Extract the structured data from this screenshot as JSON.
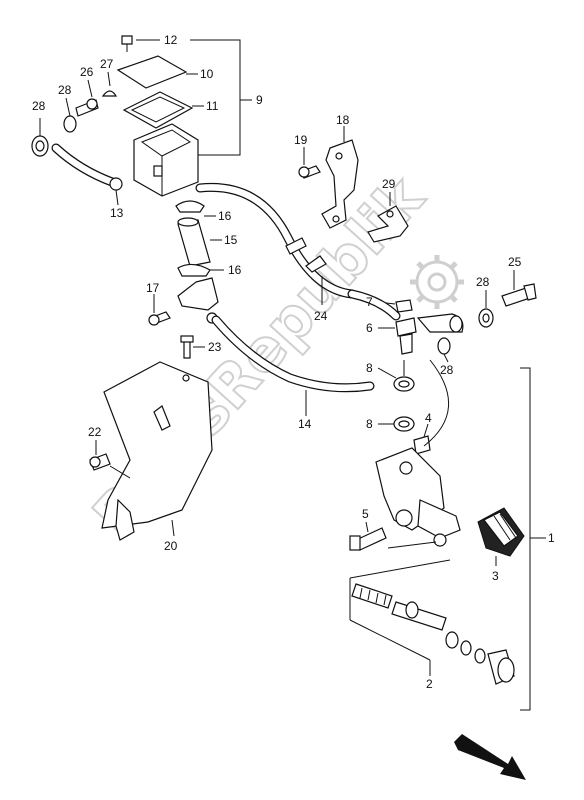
{
  "watermark": "PartsRepublik",
  "labels": {
    "n1": "1",
    "n2": "2",
    "n3": "3",
    "n4": "4",
    "n5": "5",
    "n6": "6",
    "n7": "7",
    "n8a": "8",
    "n8b": "8",
    "n9": "9",
    "n10": "10",
    "n11": "11",
    "n12": "12",
    "n13": "13",
    "n14": "14",
    "n15": "15",
    "n16a": "16",
    "n16b": "16",
    "n17": "17",
    "n18": "18",
    "n19": "19",
    "n20": "20",
    "n22": "22",
    "n23": "23",
    "n24": "24",
    "n25": "25",
    "n26": "26",
    "n27": "27",
    "n28a": "28",
    "n28b": "28",
    "n28c": "28",
    "n28d": "28",
    "n29": "29"
  },
  "icons": {
    "watermark_gear": "gear-icon",
    "direction": "front-arrow-icon"
  }
}
